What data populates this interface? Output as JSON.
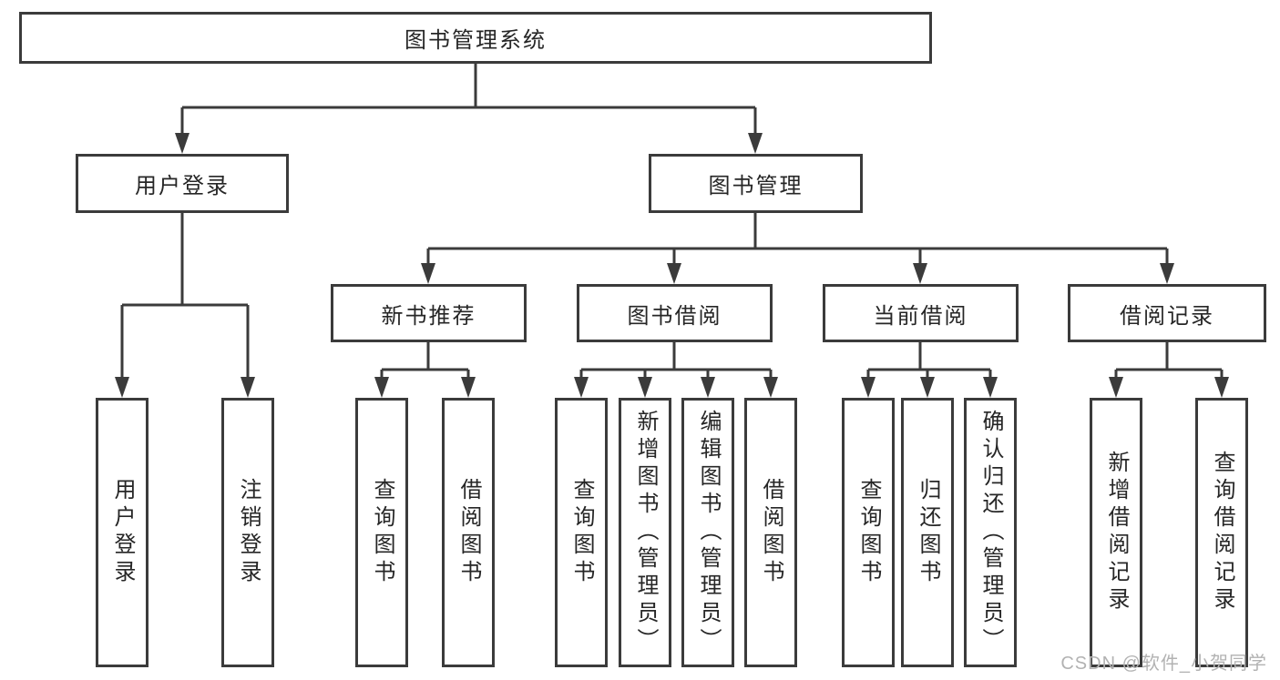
{
  "colors": {
    "line": "#3b3b3b",
    "text": "#262626",
    "background": "#ffffff",
    "watermark_text": "#b2b2b2"
  },
  "nodes": {
    "root": "图书管理系统",
    "user_login": "用户登录",
    "book_management": "图书管理",
    "new_book_recommend": "新书推荐",
    "book_borrow": "图书借阅",
    "current_borrow": "当前借阅",
    "borrow_records": "借阅记录",
    "leaf_user_login": "用户登录",
    "leaf_logout": "注销登录",
    "leaf_query_book_rec": "查询图书",
    "leaf_borrow_book_rec": "借阅图书",
    "leaf_query_book_borrow": "查询图书",
    "leaf_add_book_admin": "新增图书（管理员）",
    "leaf_edit_book_admin": "编辑图书（管理员）",
    "leaf_borrow_book_borrow": "借阅图书",
    "leaf_query_book_current": "查询图书",
    "leaf_return_book": "归还图书",
    "leaf_confirm_return_admin": "确认归还（管理员）",
    "leaf_add_borrow_record": "新增借阅记录",
    "leaf_query_borrow_record": "查询借阅记录"
  },
  "hierarchy": {
    "label": "图书管理系统",
    "children": [
      {
        "label": "用户登录",
        "children": [
          {
            "label": "用户登录"
          },
          {
            "label": "注销登录"
          }
        ]
      },
      {
        "label": "图书管理",
        "children": [
          {
            "label": "新书推荐",
            "children": [
              {
                "label": "查询图书"
              },
              {
                "label": "借阅图书"
              }
            ]
          },
          {
            "label": "图书借阅",
            "children": [
              {
                "label": "查询图书"
              },
              {
                "label": "新增图书（管理员）"
              },
              {
                "label": "编辑图书（管理员）"
              },
              {
                "label": "借阅图书"
              }
            ]
          },
          {
            "label": "当前借阅",
            "children": [
              {
                "label": "查询图书"
              },
              {
                "label": "归还图书"
              },
              {
                "label": "确认归还（管理员）"
              }
            ]
          },
          {
            "label": "借阅记录",
            "children": [
              {
                "label": "新增借阅记录"
              },
              {
                "label": "查询借阅记录"
              }
            ]
          }
        ]
      }
    ]
  },
  "watermark": "CSDN @软件_小贺同学"
}
